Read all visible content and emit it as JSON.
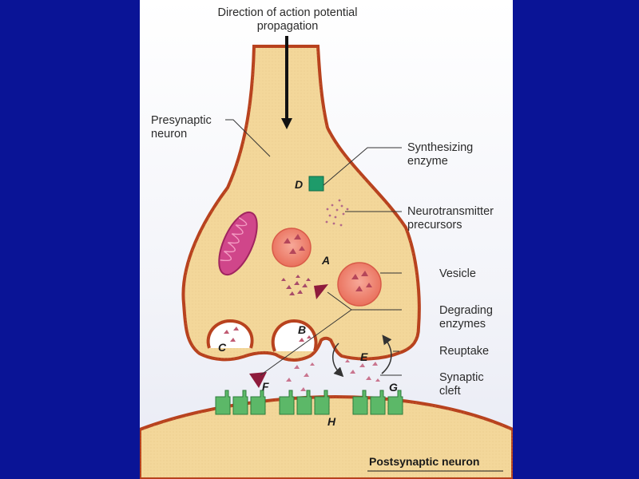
{
  "diagram": {
    "title_line1": "Direction of action potential",
    "title_line2": "propagation",
    "presynaptic_line1": "Presynaptic",
    "presynaptic_line2": "neuron",
    "synthesizing_line1": "Synthesizing",
    "synthesizing_line2": "enzyme",
    "precursors_line1": "Neurotransmitter",
    "precursors_line2": "precursors",
    "vesicle": "Vesicle",
    "degrading_line1": "Degrading",
    "degrading_line2": "enzymes",
    "reuptake": "Reuptake",
    "cleft_line1": "Synaptic",
    "cleft_line2": "cleft",
    "postsynaptic": "Postsynaptic neuron",
    "letters": {
      "A": "A",
      "B": "B",
      "C": "C",
      "D": "D",
      "E": "E",
      "F": "F",
      "G": "G",
      "H": "H"
    }
  },
  "colors": {
    "background": "#0a1496",
    "cell_fill": "#f3d79a",
    "membrane": "#b8421e",
    "vesicle": "#f08a78",
    "enzyme_synth": "#1e9b6a",
    "enzyme_degrade": "#8e1b3c",
    "receptor": "#5cb868",
    "mitochondrion": "#d0468a"
  },
  "icons": [
    "direction-arrow",
    "reuptake-arrow-icon",
    "synthesizing-enzyme-square",
    "degrading-enzyme-triangle"
  ]
}
